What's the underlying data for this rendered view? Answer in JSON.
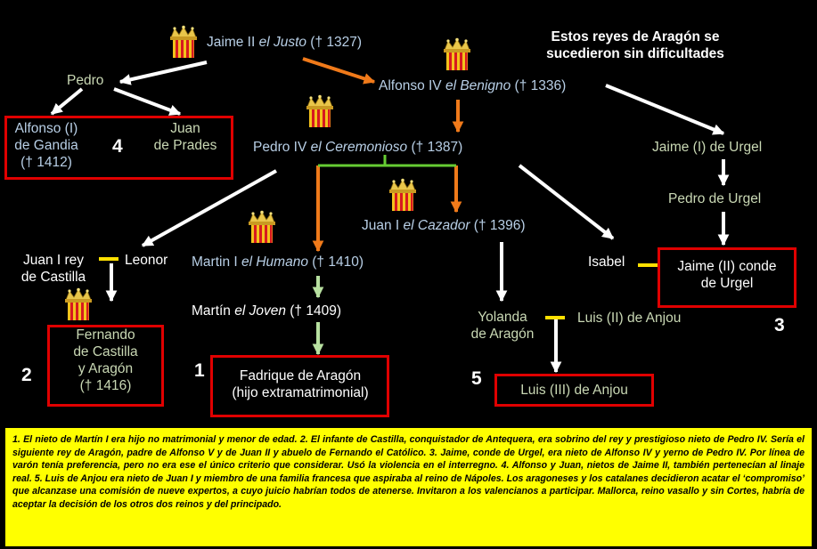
{
  "title": "Estos reyes de Aragón se sucedieron sin dificultades",
  "colors": {
    "red_box": "#e00000",
    "orange_arrow": "#f07a1a",
    "green_line": "#66cc33",
    "light_green_arrow": "#b7e0a0",
    "white_arrow": "#ffffff",
    "yellow_marriage": "#ffe000",
    "note_background": "#ffff00",
    "person_text_blue": "#b8cfe6"
  },
  "icons": [
    "crown-icon"
  ],
  "persons": {
    "jaime2": {
      "name": "Jaime II ",
      "epithet": "el Justo",
      "death": " († 1327)"
    },
    "alfonso4": {
      "name": "Alfonso IV ",
      "epithet": "el Benigno",
      "death": " († 1336)"
    },
    "pedro": {
      "name": "Pedro"
    },
    "alfonso_gandia": {
      "line1": "Alfonso (I)",
      "line2": "de Gandia",
      "line3": "(† 1412)"
    },
    "juan_prades": {
      "line1": "Juan",
      "line2": "de Prades"
    },
    "pedro4": {
      "name": "Pedro IV ",
      "epithet": "el Ceremonioso",
      "death": " († 1387)"
    },
    "juan1": {
      "name": "Juan I ",
      "epithet": "el Cazador",
      "death": " († 1396)"
    },
    "martin1": {
      "name": "Martin I ",
      "epithet": "el Humano",
      "death": " († 1410)"
    },
    "martin_joven": {
      "name": "Martín ",
      "epithet": "el Joven",
      "death": " († 1409)"
    },
    "fadrique": {
      "line1": "Fadrique de Aragón",
      "line2": "(hijo extramatrimonial)"
    },
    "juan1_castilla": {
      "line1": "Juan I rey",
      "line2": "de Castilla"
    },
    "leonor": {
      "name": "Leonor"
    },
    "fernando": {
      "line1": "Fernando",
      "line2": "de Castilla",
      "line3": "y Aragón",
      "line4": "(† 1416)"
    },
    "jaime_urgel": {
      "name": "Jaime (I) de Urgel"
    },
    "pedro_urgel": {
      "name": "Pedro de Urgel"
    },
    "jaime2_urgel": {
      "line1": "Jaime (II) conde",
      "line2": "de Urgel"
    },
    "isabel": {
      "name": "Isabel"
    },
    "yolanda": {
      "line1": "Yolanda",
      "line2": "de Aragón"
    },
    "luis2": {
      "name": "Luis (II) de Anjou"
    },
    "luis3": {
      "name": "Luis (III) de Anjou"
    }
  },
  "candidate_numbers": {
    "fadrique": "1",
    "fernando": "2",
    "jaime_urgel": "3",
    "alfonso_gandia": "4",
    "luis3": "5"
  },
  "note": "1. El nieto de Martín I era hijo no matrimonial y menor de edad. 2. El infante de Castilla, conquistador de Antequera, era sobrino del rey y prestigioso nieto de Pedro IV.  Sería el siguiente rey de Aragón, padre de Alfonso V y de Juan II y abuelo de Fernando el Católico. 3. Jaime, conde de Urgel, era nieto de Alfonso IV y yerno de Pedro IV. Por línea de varón tenía preferencia, pero no era ese el único criterio que considerar. Usó la violencia en el interregno. 4. Alfonso y  Juan, nietos de Jaime II, también pertenecían al linaje real. 5. Luis de Anjou era nieto de Juan I y miembro de una familia francesa que aspiraba al reino de Nápoles. Los aragoneses y los catalanes decidieron acatar el ‘compromiso’ que alcanzase una comisión de nueve expertos, a cuyo juicio habrían todos de atenerse. Invitaron a los valencianos a participar. Mallorca, reino vasallo y sin Cortes, habría de aceptar la decisión de los otros dos reinos y del principado."
}
